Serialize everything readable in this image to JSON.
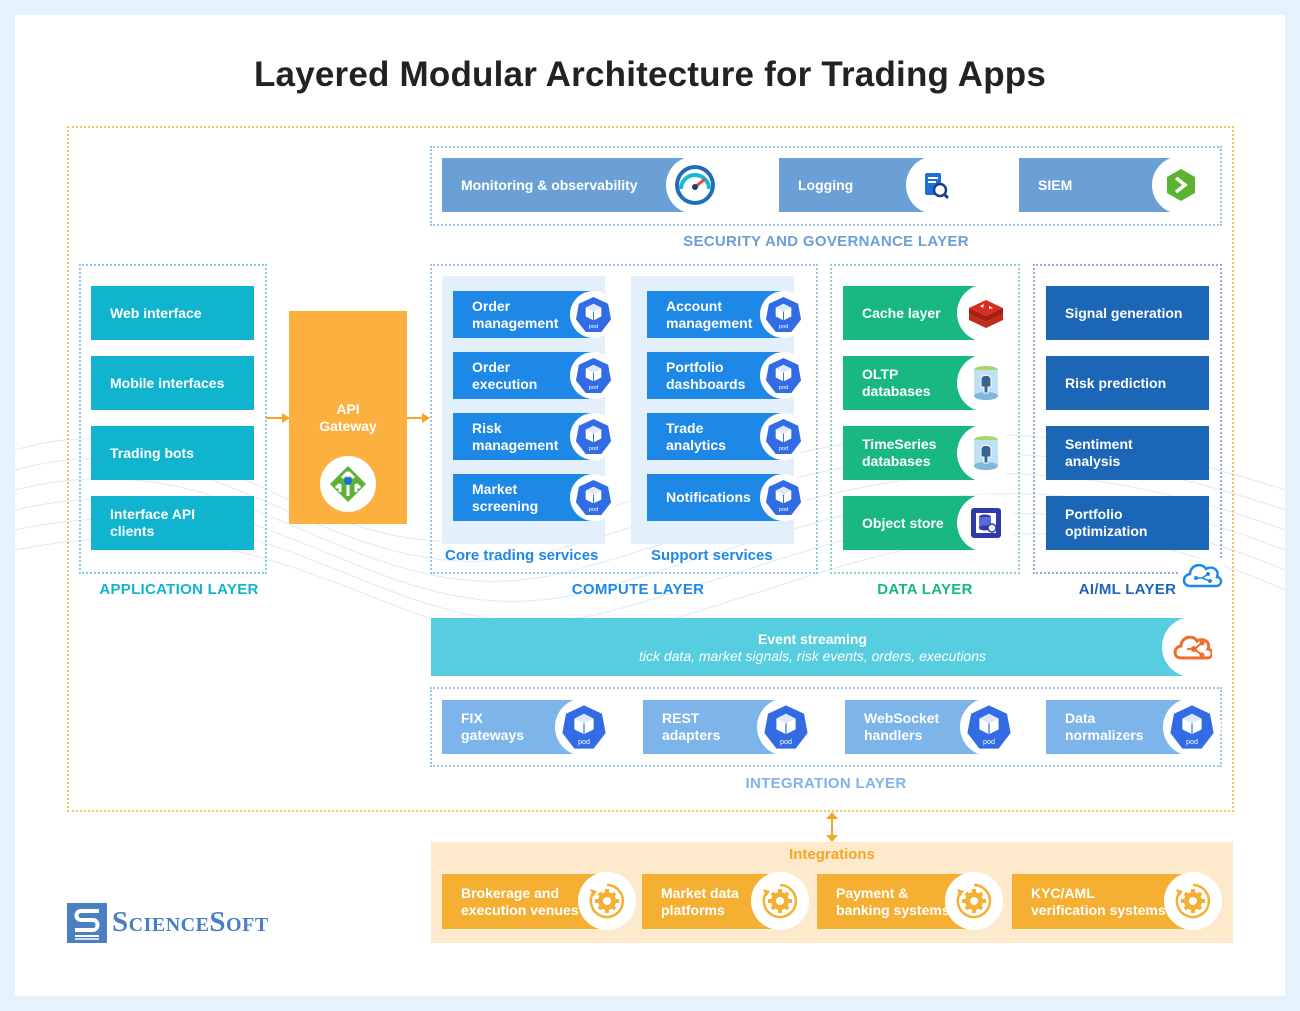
{
  "title": "Layered Modular Architecture for Trading Apps",
  "security": {
    "label": "SECURITY AND GOVERNANCE LAYER",
    "items": [
      "Monitoring & observability",
      "Logging",
      "SIEM"
    ]
  },
  "application": {
    "label": "APPLICATION LAYER",
    "items": [
      "Web interface",
      "Mobile interfaces",
      "Trading bots",
      "Interface API\nclients"
    ]
  },
  "gateway": {
    "label": "API\nGateway"
  },
  "compute": {
    "label": "COMPUTE LAYER",
    "core_label": "Core trading services",
    "support_label": "Support services",
    "core": [
      "Order\nmanagement",
      "Order\nexecution",
      "Risk\nmanagement",
      "Market\nscreening"
    ],
    "support": [
      "Account\nmanagement",
      "Portfolio\ndashboards",
      "Trade\nanalytics",
      "Notifications"
    ],
    "pod_text": "pod"
  },
  "data_layer": {
    "label": "DATA LAYER",
    "items": [
      "Cache layer",
      "OLTP\ndatabases",
      "TimeSeries\ndatabases",
      "Object store"
    ]
  },
  "aiml": {
    "label": "AI/ML LAYER",
    "items": [
      "Signal generation",
      "Risk prediction",
      "Sentiment\nanalysis",
      "Portfolio\noptimization"
    ]
  },
  "event_streaming": {
    "title": "Event streaming",
    "subtitle": "tick data, market signals, risk events, orders, executions"
  },
  "integration": {
    "label": "INTEGRATION LAYER",
    "items": [
      "FIX\ngateways",
      "REST\nadapters",
      "WebSocket\nhandlers",
      "Data\nnormalizers"
    ]
  },
  "integrations": {
    "label": "Integrations",
    "items": [
      "Brokerage and\nexecution venues",
      "Market data\nplatforms",
      "Payment &\nbanking systems",
      "KYC/AML\nverification systems"
    ]
  },
  "brand": {
    "name": "ScienceSoft"
  },
  "colors": {
    "application": "#10b4cf",
    "compute": "#1e88e6",
    "data": "#19b784",
    "aiml": "#1c66b7",
    "gateway": "#fbb040",
    "integrations": "#f5b034",
    "security": "#6aa0d6",
    "event": "#56cedf"
  }
}
